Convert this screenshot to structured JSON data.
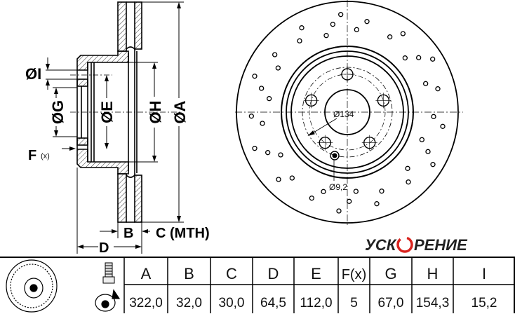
{
  "section_view": {
    "labels": {
      "dia_i": "ØI",
      "dia_g": "ØG",
      "dia_e": "ØE",
      "dia_h": "ØH",
      "dia_a": "ØA",
      "f": "F",
      "f_sub": "(x)",
      "b": "B",
      "c": "C (MTH)",
      "d": "D"
    }
  },
  "front_view": {
    "hub_diameter": "Ø134",
    "pin_hole_diameter": "Ø9,2"
  },
  "spec_table": {
    "headers": [
      "A",
      "B",
      "C",
      "D",
      "E",
      "F(x)",
      "G",
      "H",
      "I"
    ],
    "values": [
      "322,0",
      "32,0",
      "30,0",
      "64,5",
      "112,0",
      "5",
      "67,0",
      "154,3",
      "15,2"
    ]
  },
  "watermark": {
    "text": "УСКОРЕНИЕ",
    "accent_color": "#d9231e"
  }
}
